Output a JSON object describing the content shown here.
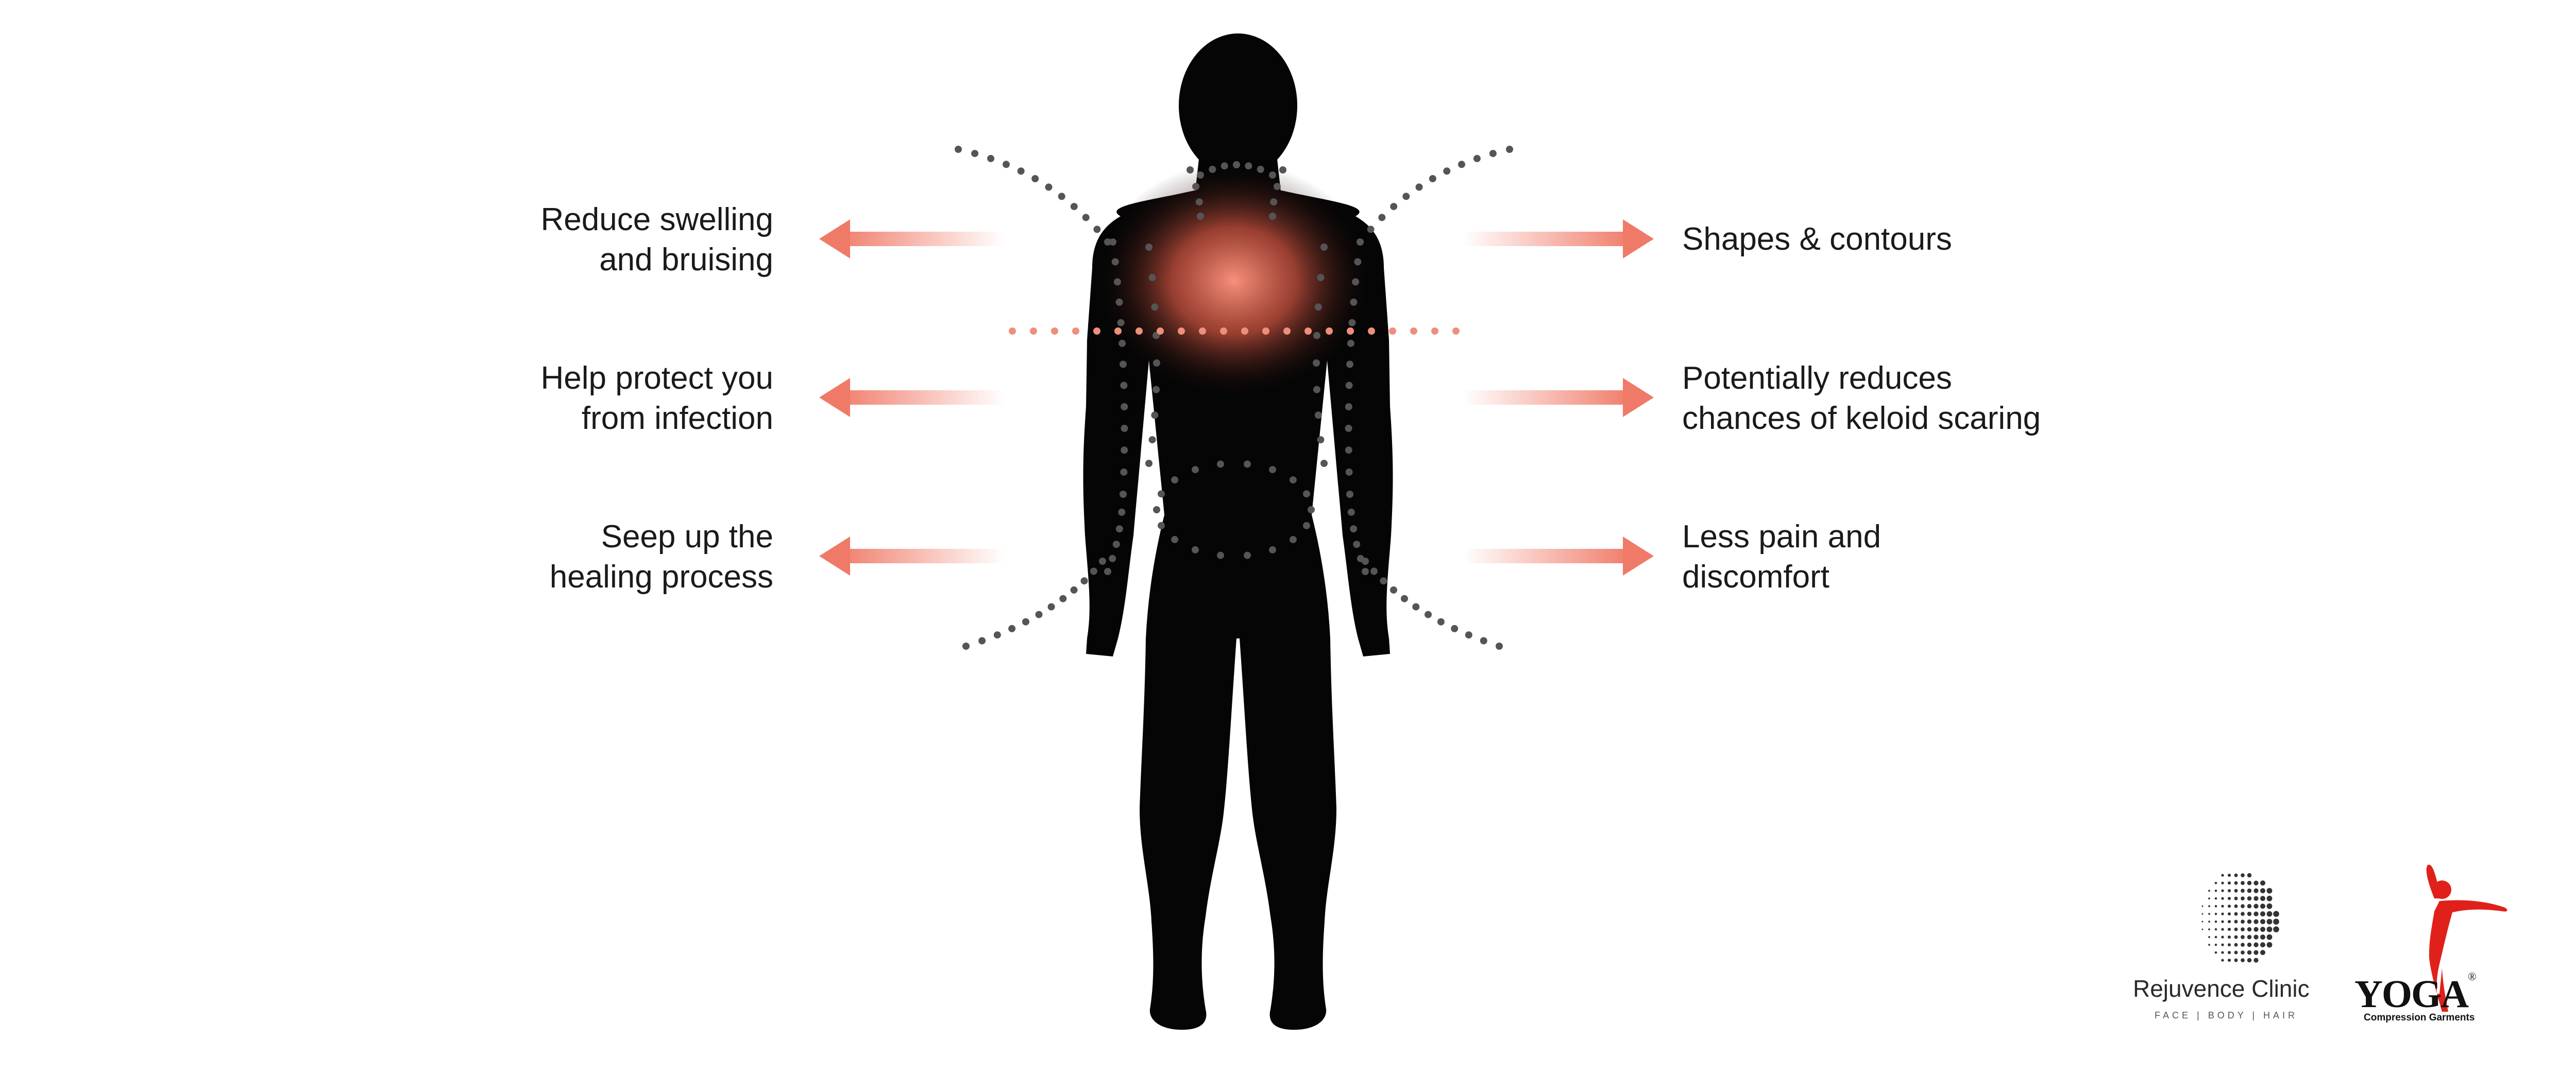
{
  "benefits": {
    "left": [
      {
        "line1": "Reduce swelling",
        "line2": "and bruising"
      },
      {
        "line1": "Help protect you",
        "line2": "from infection"
      },
      {
        "line1": "Seep up the",
        "line2": "healing process"
      }
    ],
    "right": [
      {
        "line1": "Shapes & contours",
        "line2": ""
      },
      {
        "line1": "Potentially reduces",
        "line2": "chances of keloid scaring"
      },
      {
        "line1": "Less pain and",
        "line2": "discomfort"
      }
    ]
  },
  "logos": {
    "clinic_name": "Rejuvence Clinic",
    "clinic_tagline": "FACE | BODY | HAIR",
    "brand_name": "YOGA",
    "brand_tagline": "Compression Garments",
    "brand_mark": "®"
  },
  "colors": {
    "arrow": "#f07a68",
    "glow": "#f47f6c",
    "dots_dark": "#555555",
    "dots_salmon": "#ee8f7c",
    "silhouette": "#050505",
    "brand_red": "#e0211b"
  },
  "icons": {
    "figure": "human-silhouette-icon",
    "clinic": "dotted-face-icon",
    "brand": "dancer-icon"
  }
}
